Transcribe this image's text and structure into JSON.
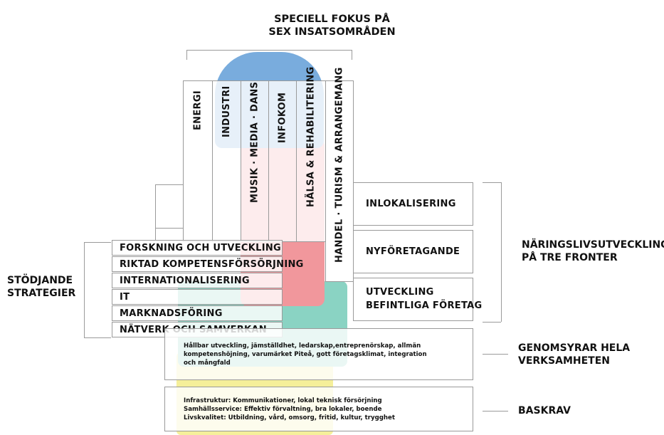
{
  "top_title": [
    "SPECIELL FOKUS PÅ",
    "SEX INSATSOMRÅDEN"
  ],
  "focus_areas": [
    "ENERGI",
    "INDUSTRI",
    "MUSIK · MEDIA · DANS",
    "INFOKOM",
    "HÄLSA & REHABILITERING",
    "HANDEL · TURISM & ARRANGEMANG"
  ],
  "strategies_title": [
    "STÖDJANDE",
    "STRATEGIER"
  ],
  "strategies": [
    "FORSKNING OCH UTVECKLING",
    "RIKTAD KOMPETENSFÖRSÖRJNING",
    "INTERNATIONALISERING",
    "IT",
    "MARKNADSFÖRING",
    "NÄTVERK OCH SAMVERKAN"
  ],
  "fronts_title": [
    "NÄRINGSLIVSUTVECKLING",
    "PÅ TRE FRONTER"
  ],
  "fronts": [
    [
      "INLOKALISERING"
    ],
    [
      "NYFÖRETAGANDE"
    ],
    [
      "UTVECKLING",
      "BEFINTLIGA FÖRETAG"
    ]
  ],
  "permeates": {
    "title": [
      "GENOMSYRAR HELA",
      "VERKSAMHETEN"
    ],
    "text": [
      "Hållbar utveckling, jämställdhet, ledarskap,entreprenörskap, allmän",
      "kompetenshöjning, varumärket Piteå, gott företagsklimat, integration",
      "och mångfald"
    ]
  },
  "base": {
    "title": "BASKRAV",
    "text": [
      "Infrastruktur: Kommunikationer, lokal teknisk försörjning",
      "Samhällsservice: Effektiv förvaltning, bra lokaler, boende",
      "Livskvalitet: Utbildning, vård, omsorg, fritid, kultur, trygghet"
    ]
  },
  "colors": {
    "blue_block": "#6aa2d8",
    "red_block": "#ef8f95",
    "teal_block": "#7ecfc0",
    "yellow_block": "#f4ec8c",
    "border": "#9a9a9a"
  }
}
